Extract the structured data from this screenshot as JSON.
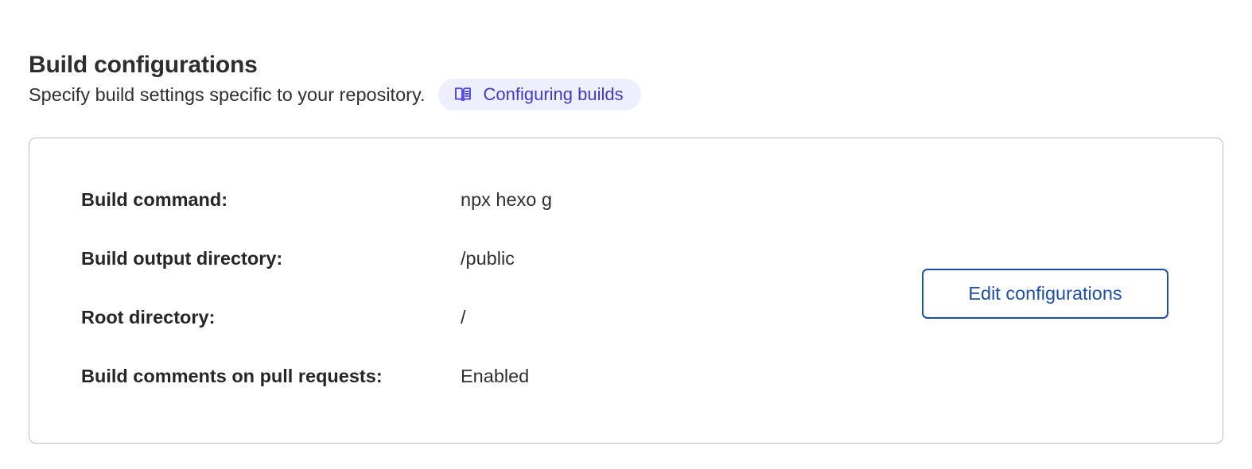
{
  "header": {
    "title": "Build configurations",
    "subtitle": "Specify build settings specific to your repository.",
    "doc_badge": {
      "label": "Configuring builds",
      "icon": "book-open-icon",
      "background_color": "#eeeffc",
      "text_color": "#4338ca"
    }
  },
  "card": {
    "border_color": "#bfbfbf",
    "background_color": "#ffffff",
    "rows": [
      {
        "label": "Build command:",
        "value": "npx hexo g"
      },
      {
        "label": "Build output directory:",
        "value": "/public"
      },
      {
        "label": "Root directory:",
        "value": "/"
      },
      {
        "label": "Build comments on pull requests:",
        "value": "Enabled"
      }
    ],
    "edit_button": {
      "label": "Edit configurations",
      "border_color": "#1f4fa3",
      "text_color": "#1f4fa3"
    }
  }
}
